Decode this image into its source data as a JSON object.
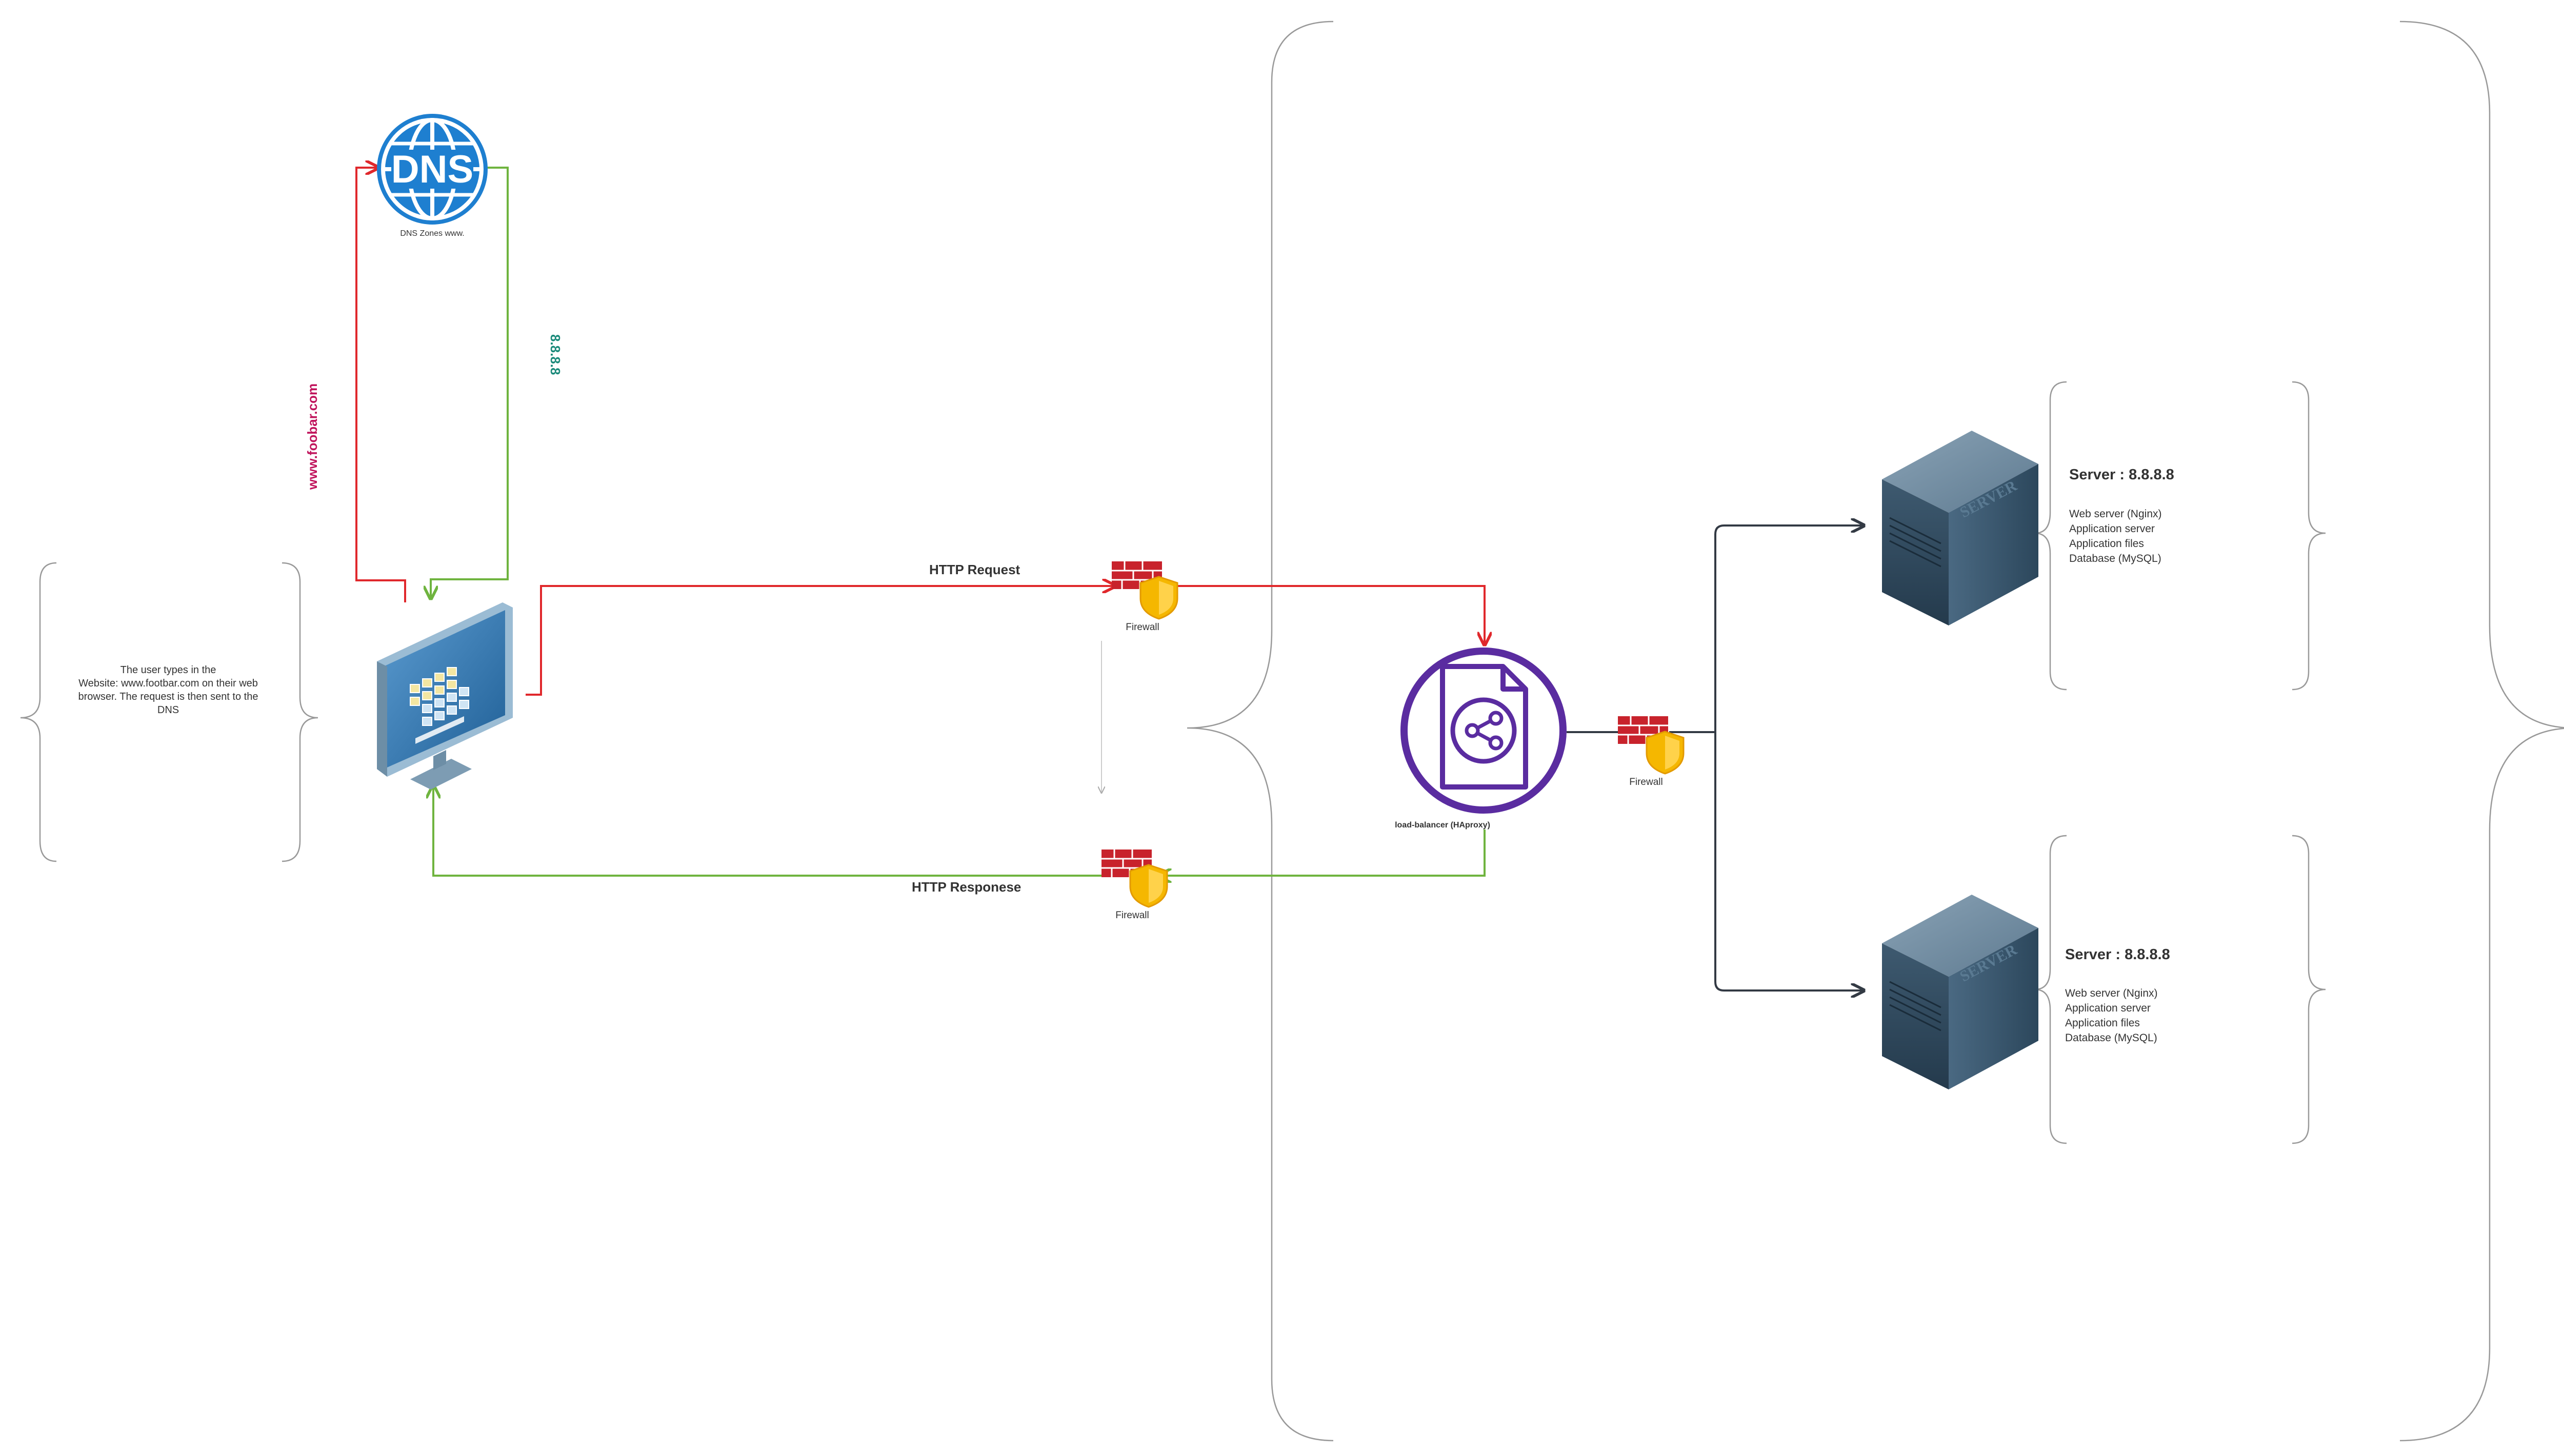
{
  "dns": {
    "icon_text": "DNS",
    "caption": "DNS Zones www."
  },
  "edges": {
    "query_label": "www.foobar.com",
    "reply_label": "8.8.8.8",
    "request_label": "HTTP Request",
    "response_label": "HTTP Responese"
  },
  "user_note": {
    "lines": [
      "The user types in the",
      "Website: www.footbar.com on their web",
      "browser. The request is then sent to the",
      "DNS"
    ]
  },
  "firewalls": {
    "request": "Firewall",
    "response": "Firewall",
    "backend": "Firewall"
  },
  "load_balancer": {
    "caption": "load-balancer (HAproxy)"
  },
  "servers": [
    {
      "title": "Server : 8.8.8.8",
      "box_label": "SERVER",
      "items": [
        "Web server (Nginx)",
        "Application server",
        "Application files",
        "Database (MySQL)"
      ]
    },
    {
      "title": "Server : 8.8.8.8",
      "box_label": "SERVER",
      "items": [
        "Web server (Nginx)",
        "Application server",
        "Application files",
        "Database (MySQL)"
      ]
    }
  ],
  "colors": {
    "request_red": "#e0282c",
    "response_green": "#6fb43f",
    "query_magenta": "#c0145c",
    "reply_teal": "#1a8a7a",
    "lb_purple": "#5a2ca0",
    "dns_blue": "#1e7fd0",
    "server_dark": "#2e4a5e",
    "brace_gray": "#888888",
    "backend_arrow": "#333a44"
  }
}
